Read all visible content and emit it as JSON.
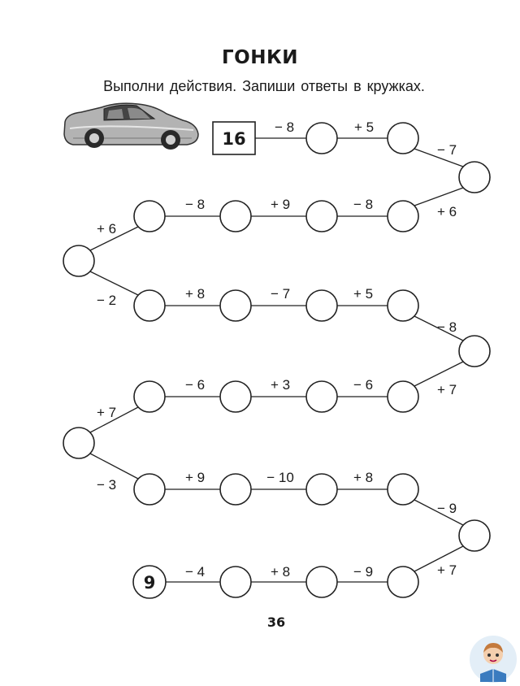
{
  "title": "ГОНКИ",
  "instruction": "Выполни действия. Запиши ответы в кружках.",
  "start_value": "16",
  "end_value": "9",
  "page_number": "36",
  "colors": {
    "line": "#222222",
    "text": "#1a1a1a",
    "car_body": "#a9a9a9"
  },
  "icons": {
    "car": "race-car-icon",
    "mascot": "boy-reading-icon"
  },
  "rows": [
    {
      "direction": "ltr",
      "ops": [
        "− 8",
        "+ 5"
      ]
    },
    {
      "connector_to_next": [
        "− 7",
        "+ 6"
      ]
    },
    {
      "direction": "rtl",
      "ops": [
        "− 8",
        "+ 9",
        "− 8"
      ]
    },
    {
      "connector_to_next": [
        "+ 6",
        "− 2"
      ]
    },
    {
      "direction": "ltr",
      "ops": [
        "+ 8",
        "− 7",
        "+ 5"
      ]
    },
    {
      "connector_to_next": [
        "− 8",
        "+ 7"
      ]
    },
    {
      "direction": "rtl",
      "ops": [
        "− 6",
        "+ 3",
        "− 6"
      ]
    },
    {
      "connector_to_next": [
        "+ 7",
        "− 3"
      ]
    },
    {
      "direction": "ltr",
      "ops": [
        "+ 9",
        "− 10",
        "+ 8"
      ]
    },
    {
      "connector_to_next": [
        "− 9",
        "+ 7"
      ]
    },
    {
      "direction": "rtl",
      "ops": [
        "− 4",
        "+ 8",
        "− 9"
      ]
    }
  ]
}
